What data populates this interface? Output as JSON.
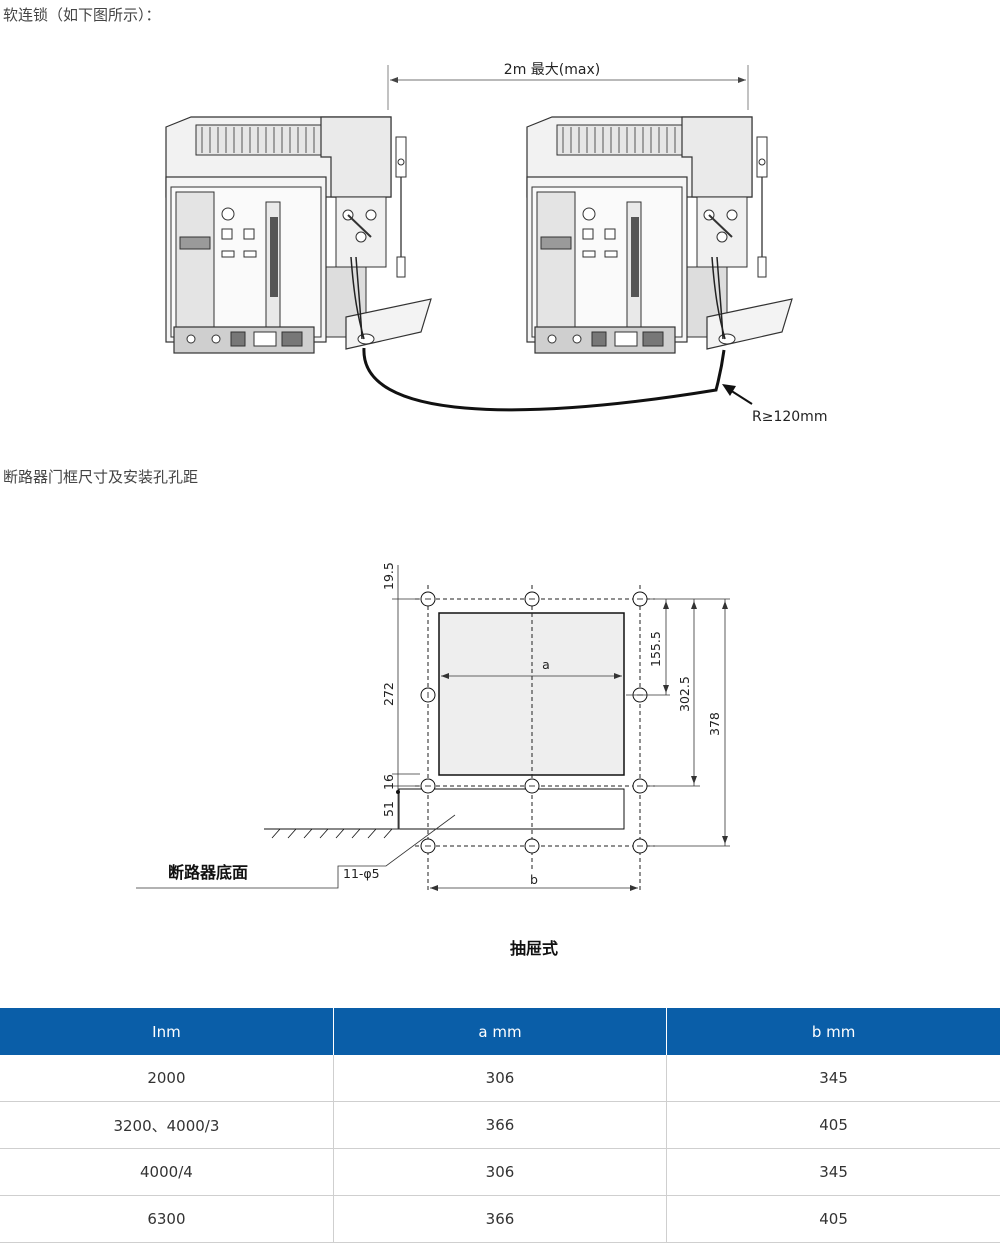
{
  "sections": {
    "soft_interlock_title": "软连锁（如下图所示）：",
    "dimensions_title": "断路器门框尺寸及安装孔孔距"
  },
  "interlock_diagram": {
    "distance_label": "2m 最大(max)",
    "radius_label": "R≥120mm"
  },
  "mounting_diagram": {
    "dimensions": {
      "d19_5": "19.5",
      "d272": "272",
      "d16": "16",
      "d51": "51",
      "d155_5": "155.5",
      "d302_5": "302.5",
      "d378": "378",
      "a": "a",
      "b": "b",
      "holes": "11-φ5"
    },
    "base_label": "断路器底面",
    "caption": "抽屉式"
  },
  "table": {
    "headers": [
      "Inm",
      "a mm",
      "b mm"
    ],
    "rows": [
      [
        "2000",
        "306",
        "345"
      ],
      [
        "3200、4000/3",
        "366",
        "405"
      ],
      [
        "4000/4",
        "306",
        "345"
      ],
      [
        "6300",
        "366",
        "405"
      ]
    ]
  },
  "colors": {
    "header_bg": "#0a5ea8",
    "panel_fill": "#eeeeee"
  }
}
